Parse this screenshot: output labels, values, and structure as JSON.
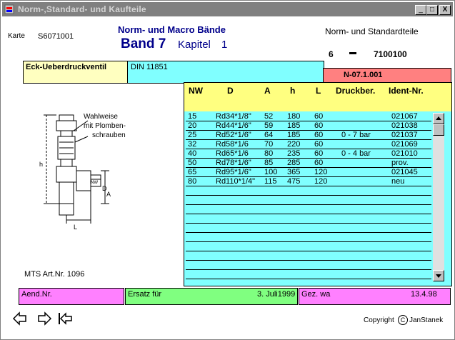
{
  "window": {
    "title": "Norm-,Standard- und Kaufteile",
    "min_label": "_",
    "max_label": "□",
    "close_label": "X"
  },
  "header": {
    "karte_label": "Karte",
    "karte_value": "S6071001",
    "series_title": "Norm- und Macro Bände",
    "band": "Band 7",
    "kapitel": "Kapitel",
    "kapitel_nr": "1",
    "right_title": "Norm- und Standardteile",
    "num_left": "6",
    "dash": "▬",
    "num_right": "7100100"
  },
  "part": {
    "name": "Eck-Ueberdruckventil",
    "din": "DIN  11851",
    "code": "N-07.1.001"
  },
  "drawing": {
    "note1": "Wahlweise",
    "note2": "mit Plomben-",
    "note3": "schrauben",
    "dim_h": "h",
    "dim_L": "L",
    "dim_D": "D",
    "dim_NW": "NW",
    "dim_A": "A"
  },
  "table": {
    "headers": [
      "NW",
      "D",
      "A",
      "h",
      "L",
      "Druckber.",
      "Ident-Nr."
    ],
    "rows": [
      [
        "15",
        "Rd34*1/8\"",
        "52",
        "180",
        "60",
        "",
        "021067"
      ],
      [
        "20",
        "Rd44*1/6\"",
        "59",
        "185",
        "60",
        "",
        "021038"
      ],
      [
        "25",
        "Rd52*1/6\"",
        "64",
        "185",
        "60",
        "0 - 7 bar",
        "021037"
      ],
      [
        "32",
        "Rd58*1/6",
        "70",
        "220",
        "60",
        "",
        "021069"
      ],
      [
        "40",
        "Rd65*1/6",
        "80",
        "235",
        "60",
        "0 - 4 bar",
        "021010"
      ],
      [
        "50",
        "Rd78*1/6\"",
        "85",
        "285",
        "60",
        "",
        "prov."
      ],
      [
        "65",
        "Rd95*1/6\"",
        "100",
        "365",
        "120",
        "",
        "021045"
      ],
      [
        "80",
        "Rd110*1/4\"",
        "115",
        "475",
        "120",
        "",
        "neu"
      ]
    ]
  },
  "footer": {
    "mts": "MTS Art.Nr. 1096",
    "aend_label": "Aend.Nr.",
    "ersatz_label": "Ersatz für",
    "ersatz_date": "3. Juli1999",
    "gez_label": "Gez.  wa",
    "gez_date": "13.4.98",
    "copyright_label": "Copyright",
    "copyright_symbol": "C",
    "copyright_name": "JanStanek"
  },
  "nav": {
    "back_icon": "arrow-left-icon",
    "forward_icon": "arrow-right-icon",
    "first_icon": "arrow-first-icon"
  },
  "colors": {
    "title_blue": "#00008b",
    "yellow": "#ffffc0",
    "cyan": "#80ffff",
    "red": "#ff8080",
    "pink": "#ff80ff",
    "green": "#80ff80"
  }
}
